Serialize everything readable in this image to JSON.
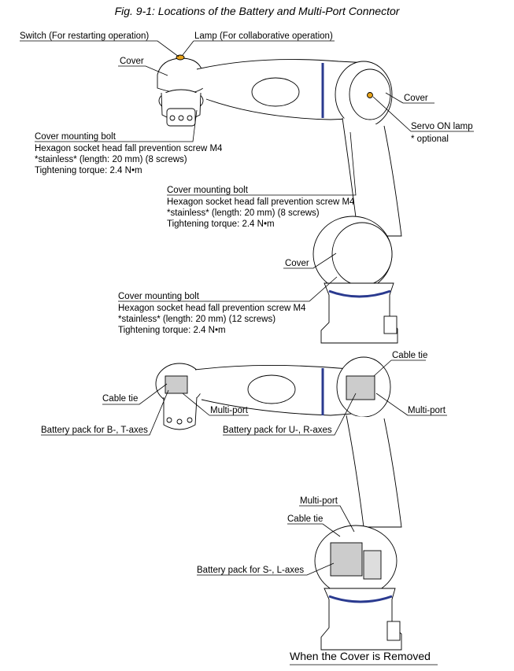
{
  "figure_title": "Fig. 9-1: Locations of the Battery and Multi-Port Connector",
  "top_view": {
    "switch_label": "Switch (For restarting operation)",
    "lamp_label": "Lamp (For collaborative operation)",
    "cover_wrist": "Cover",
    "cover_elbow": "Cover",
    "servo_lamp": "Servo ON lamp",
    "optional": "* optional",
    "bolt1": {
      "title": "Cover mounting bolt",
      "line1": "Hexagon socket head fall prevention screw M4",
      "line2": "*stainless* (length: 20 mm) (8 screws)",
      "line3": "Tightening torque: 2.4 N•m"
    },
    "bolt2": {
      "title": "Cover mounting bolt",
      "line1": "Hexagon socket head fall prevention screw M4",
      "line2": "*stainless* (length: 20 mm) (8 screws)",
      "line3": "Tightening torque: 2.4 N•m"
    },
    "cover_base": "Cover",
    "bolt3": {
      "title": "Cover mounting bolt",
      "line1": "Hexagon socket head fall prevention screw M4",
      "line2": "*stainless* (length: 20 mm) (12 screws)",
      "line3": "Tightening torque: 2.4 N•m"
    }
  },
  "bottom_view": {
    "cable_tie_wrist": "Cable tie",
    "multiport_wrist": "Multi-port",
    "battery_bt": "Battery pack for B-, T-axes",
    "cable_tie_elbow": "Cable tie",
    "multiport_elbow": "Multi-port",
    "battery_ur": "Battery pack for U-, R-axes",
    "multiport_base": "Multi-port",
    "cable_tie_base": "Cable tie",
    "battery_sl": "Battery pack for S-, L-axes"
  },
  "footer": "When the Cover is Removed",
  "colors": {
    "blue_band": "#2a3a8f",
    "lamp": "#e6a21a",
    "line": "#000000"
  }
}
